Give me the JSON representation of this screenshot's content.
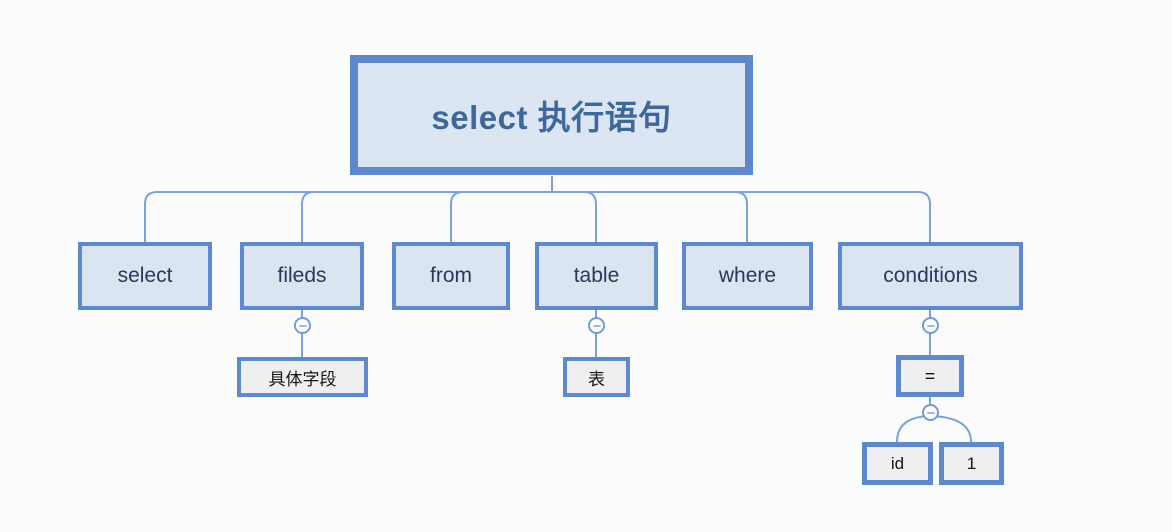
{
  "diagram": {
    "root": {
      "label": "select 执行语句"
    },
    "children": [
      {
        "label": "select"
      },
      {
        "label": "fileds",
        "child": {
          "label": "具体字段"
        }
      },
      {
        "label": "from"
      },
      {
        "label": "table",
        "child": {
          "label": "表"
        }
      },
      {
        "label": "where"
      },
      {
        "label": "conditions",
        "child": {
          "label": "=",
          "children": [
            {
              "label": "id"
            },
            {
              "label": "1"
            }
          ]
        }
      }
    ],
    "colors": {
      "node_border": "#5c88ce",
      "node_fill_blue": "#dbe4f1",
      "node_fill_gray": "#efeff0",
      "root_text": "#3d689c",
      "branch_text": "#273a5c",
      "leaf_text": "#141414",
      "connector_line": "#7aa3dc",
      "toggle_border": "#6f9ddb",
      "toggle_dash": "#a9b7d2",
      "canvas_background": "#fcfcfc"
    }
  }
}
